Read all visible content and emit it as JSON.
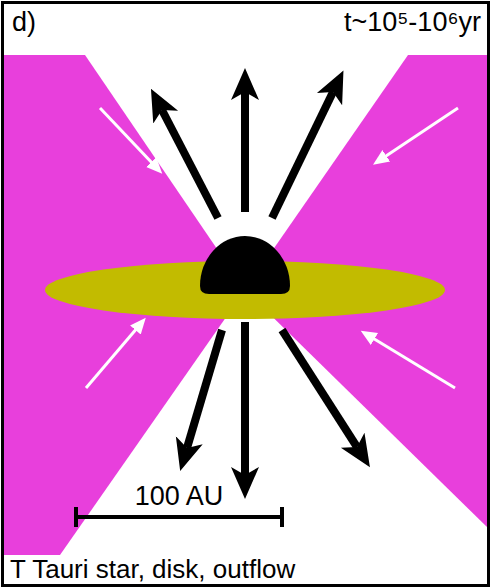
{
  "diagram": {
    "caption": "T Tauri star, disk, outflow",
    "labels": [
      "d)",
      "t~10⁵-10⁶yr",
      "100 AU"
    ]
  }
}
